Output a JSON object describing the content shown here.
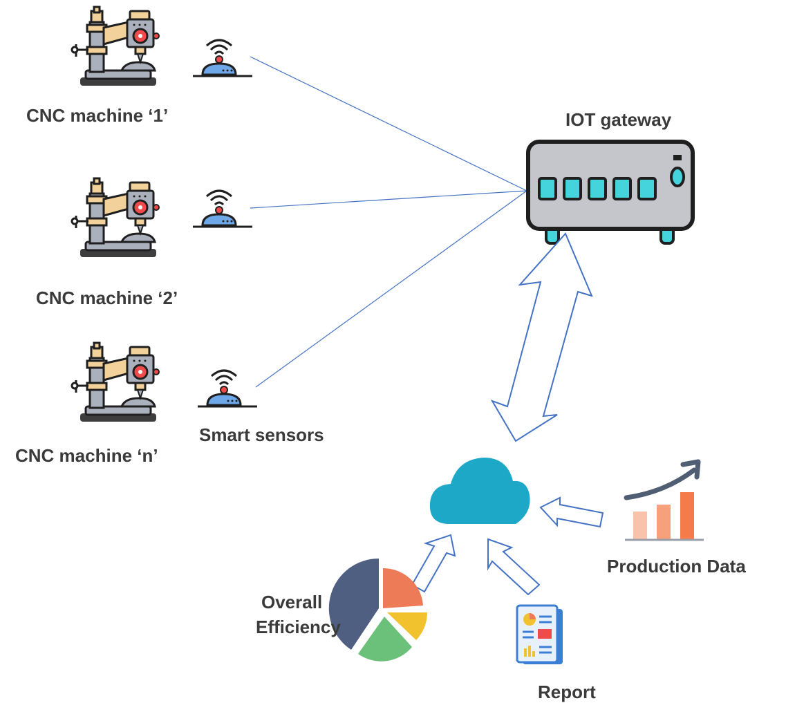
{
  "labels": {
    "machine_1": "CNC machine ‘1’",
    "machine_2": "CNC machine ‘2’",
    "machine_n": "CNC machine ‘n’",
    "sensors": "Smart sensors",
    "gateway": "IOT gateway",
    "production": "Production Data",
    "efficiency_line1": "Overall",
    "efficiency_line2": "Efficiency",
    "report": "Report"
  },
  "colors": {
    "connector": "#4472c4",
    "cloud": "#1ea8c8",
    "gateway_body": "#c4c6cc",
    "gateway_port": "#45d4dc",
    "sensor_base": "#6fa8e8",
    "machine_column": "#aab0bc",
    "machine_arm": "#f2d29a",
    "machine_accent": "#ef4b4b",
    "pie_orange": "#ee7b57",
    "pie_yellow": "#f2c12e",
    "pie_green": "#6cc17a",
    "pie_navy": "#4f5f82",
    "bar_light": "#f9c2ab",
    "bar_mid": "#f6a07c",
    "bar_dark": "#f57c4a",
    "trend_arrow": "#4f5e72"
  },
  "icons": [
    "cnc-machine-icon",
    "smart-sensor-icon",
    "iot-gateway-icon",
    "cloud-icon",
    "pie-chart-icon",
    "report-icon",
    "bar-chart-icon"
  ]
}
